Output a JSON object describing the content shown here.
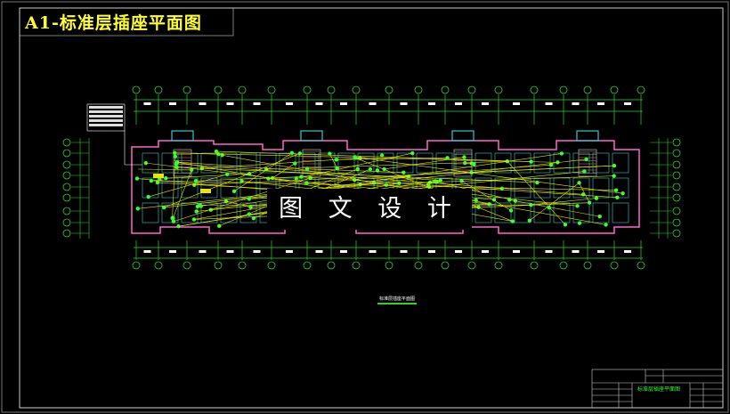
{
  "title": "A1-标准层插座平面图",
  "watermark": "图 文 设 计",
  "caption": "标准层插座平面图",
  "title_block": {
    "drawing_name": "标准层插座平面图"
  },
  "colors": {
    "background": "#000000",
    "title": "#ffff33",
    "axis": "#2bd52b",
    "wall": "#ff66cc",
    "window": "#33cccc",
    "wiring": "#e6e600",
    "outlet": "#33ff33"
  }
}
